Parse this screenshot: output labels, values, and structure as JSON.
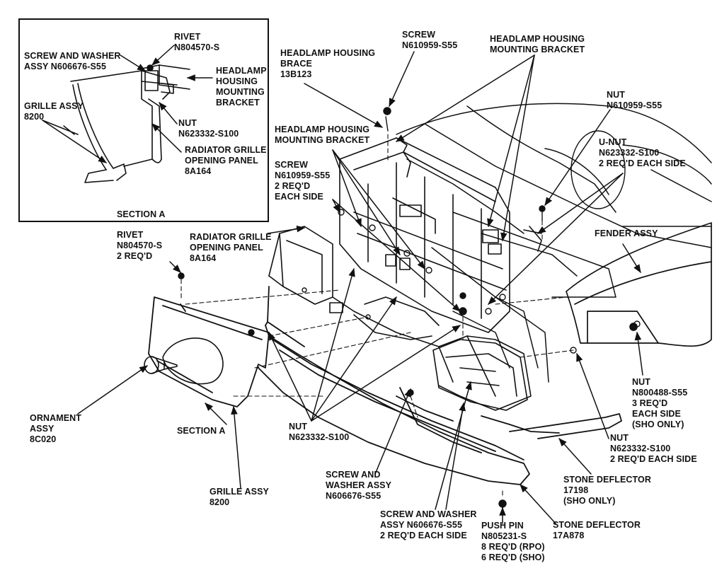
{
  "inset": {
    "title": "SECTION A",
    "labels": {
      "rivet": [
        "RIVET",
        "N804570-S"
      ],
      "screw_washer": [
        "SCREW AND WASHER",
        "ASSY N606676-S55"
      ],
      "headlamp_bracket": [
        "HEADLAMP",
        "HOUSING",
        "MOUNTING",
        "BRACKET"
      ],
      "grille_assy": [
        "GRILLE ASSY",
        "8200"
      ],
      "nut": [
        "NUT",
        "N623332-S100"
      ],
      "opening_panel": [
        "RADIATOR GRILLE",
        "OPENING PANEL",
        "8A164"
      ]
    }
  },
  "labels": {
    "screw_top": [
      "SCREW",
      "N610959-S55"
    ],
    "brace": [
      "HEADLAMP HOUSING",
      "BRACE",
      "13B123"
    ],
    "bracket_top": [
      "HEADLAMP HOUSING",
      "MOUNTING BRACKET"
    ],
    "nut_top": [
      "NUT",
      "N610959-S55"
    ],
    "bracket_mid": [
      "HEADLAMP HOUSING",
      "MOUNTING BRACKET"
    ],
    "screw_mid": [
      "SCREW",
      "N610959-S55",
      "2 REQ'D",
      "EACH SIDE"
    ],
    "unut": [
      "U-NUT",
      "N623332-S100",
      "2 REQ'D EACH SIDE"
    ],
    "rivet_main": [
      "RIVET",
      "N804570-S",
      "2 REQ'D"
    ],
    "opening_panel_main": [
      "RADIATOR GRILLE",
      "OPENING PANEL",
      "8A164"
    ],
    "fender": [
      "FENDER ASSY"
    ],
    "ornament": [
      "ORNAMENT",
      "ASSY",
      "8C020"
    ],
    "section_a_ref": [
      "SECTION A"
    ],
    "nut_bottom": [
      "NUT",
      "N623332-S100"
    ],
    "nut_sho": [
      "NUT",
      "N800488-S55",
      "3 REQ'D",
      "EACH SIDE",
      "(SHO ONLY)"
    ],
    "nut_right": [
      "NUT",
      "N623332-S100",
      "2 REQ'D EACH SIDE"
    ],
    "screw_washer_mid": [
      "SCREW AND",
      "WASHER ASSY",
      "N606676-S55"
    ],
    "grille_bottom": [
      "GRILLE ASSY",
      "8200"
    ],
    "stone_17198": [
      "STONE DEFLECTOR",
      "17198",
      "(SHO ONLY)"
    ],
    "screw_washer_bottom": [
      "SCREW AND WASHER",
      "ASSY N606676-S55",
      "2 REQ'D EACH SIDE"
    ],
    "push_pin": [
      "PUSH PIN",
      "N805231-S",
      "8 REQ'D (RPO)",
      "6 REQ'D (SHO)"
    ],
    "stone_17a878": [
      "STONE DEFLECTOR",
      "17A878"
    ]
  }
}
